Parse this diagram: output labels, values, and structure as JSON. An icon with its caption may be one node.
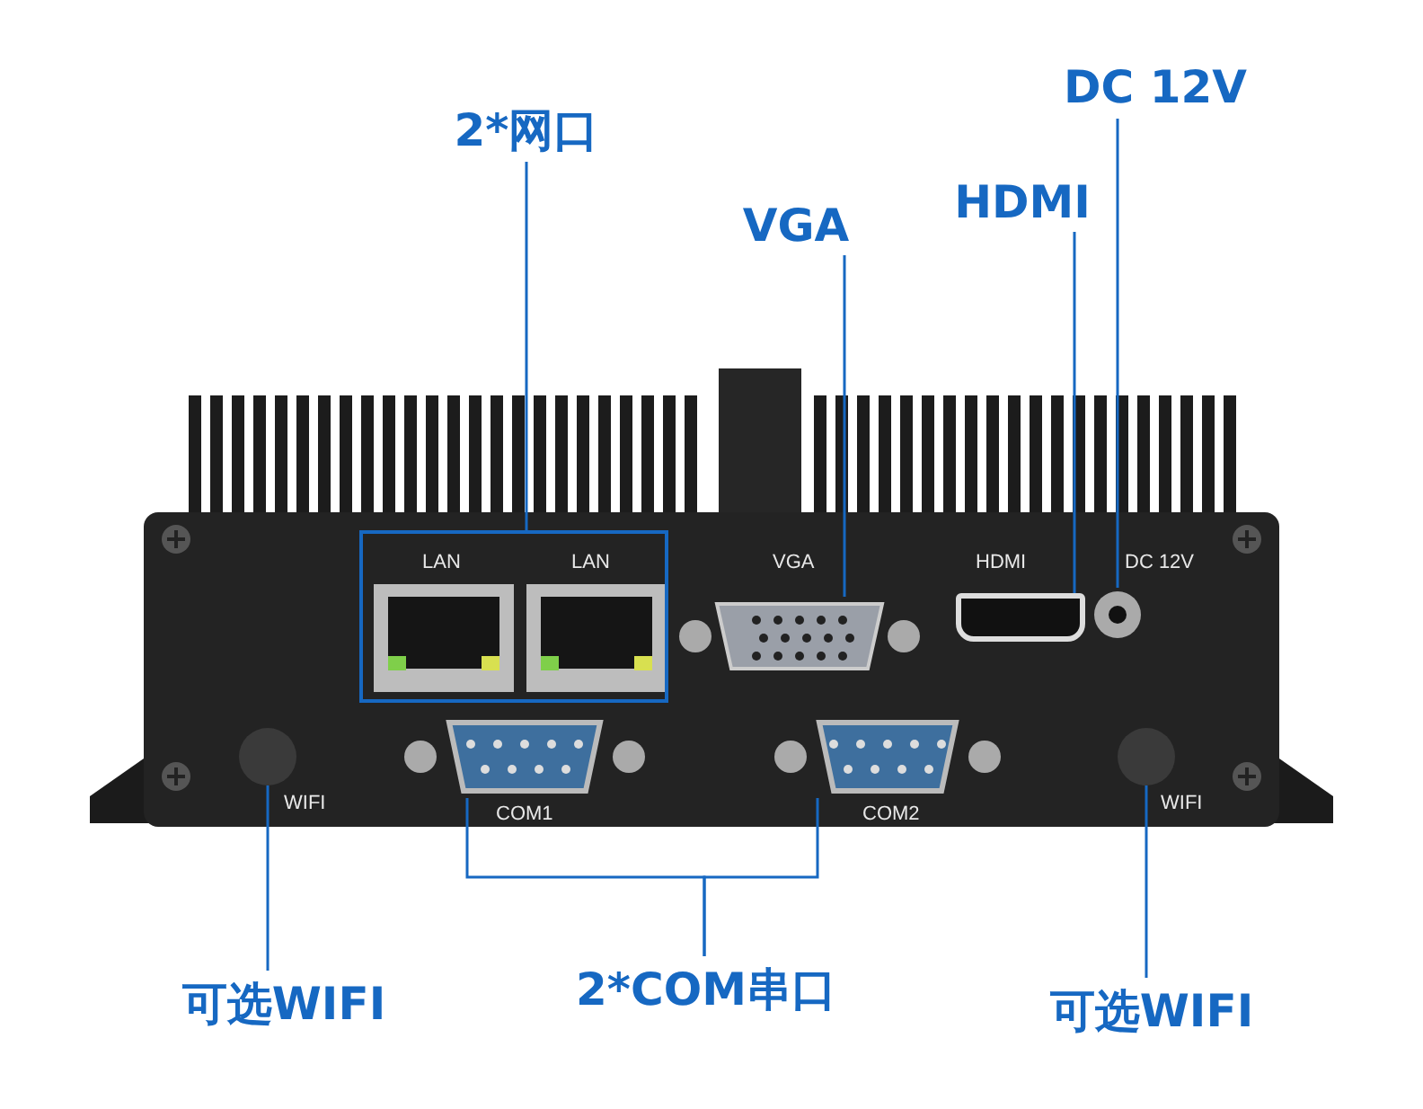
{
  "diagram": {
    "nodes": [
      {
        "text": [
          "2*网口"
        ]
      },
      {
        "text": [],
        "shape": "box"
      },
      {
        "text": [
          "VGA"
        ]
      },
      {
        "text": [],
        "shape": "picture",
        "beside": [
          "VGA"
        ]
      },
      {
        "text": [
          "HDMI"
        ]
      },
      {
        "text": [],
        "shape": "box",
        "beside": [
          "HDMI"
        ]
      },
      {
        "text": [
          "DC 12V"
        ]
      },
      {
        "text": [],
        "shape": "circle",
        "beside": [
          "DC 12V"
        ]
      },
      {
        "text": [
          "可选WIFI"
        ]
      },
      {
        "text": [],
        "shape": "circle",
        "beside": [
          "WIFI"
        ]
      },
      {
        "text": [
          "2*COM串口"
        ]
      },
      {
        "text": [],
        "shape": "picture",
        "beside": [
          "COM1"
        ]
      },
      {
        "text": [],
        "shape": "picture",
        "beside": [
          "COM2"
        ]
      },
      {
        "text": [
          "可选WIFI"
        ]
      },
      {
        "text": [],
        "shape": "circle",
        "beside": [
          "WIFI"
        ]
      }
    ],
    "edges": [
      {
        "from": 0,
        "to": 1,
        "arrow": "none"
      },
      {
        "from": 2,
        "to": 3,
        "arrow": "none"
      },
      {
        "from": 4,
        "to": 5,
        "arrow": "none"
      },
      {
        "from": 6,
        "to": 7,
        "arrow": "none"
      },
      {
        "from": 8,
        "to": 9,
        "arrow": "none"
      },
      {
        "from": 10,
        "to": 11,
        "arrow": "none"
      },
      {
        "from": 10,
        "to": 12,
        "arrow": "none"
      },
      {
        "from": 13,
        "to": 14,
        "arrow": "none"
      }
    ],
    "labels": [
      "LAN",
      "LAN"
    ]
  }
}
